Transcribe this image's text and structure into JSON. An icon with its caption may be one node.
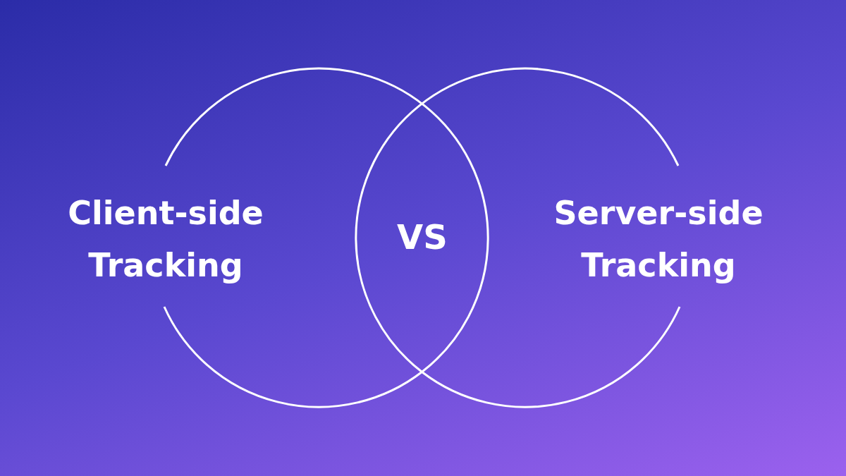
{
  "diagram": {
    "nodes": [
      {
        "text": [
          "Client-side Tracking"
        ]
      },
      {
        "text": [
          "Server-side Tracking"
        ]
      }
    ],
    "labels": [
      "VS"
    ]
  }
}
